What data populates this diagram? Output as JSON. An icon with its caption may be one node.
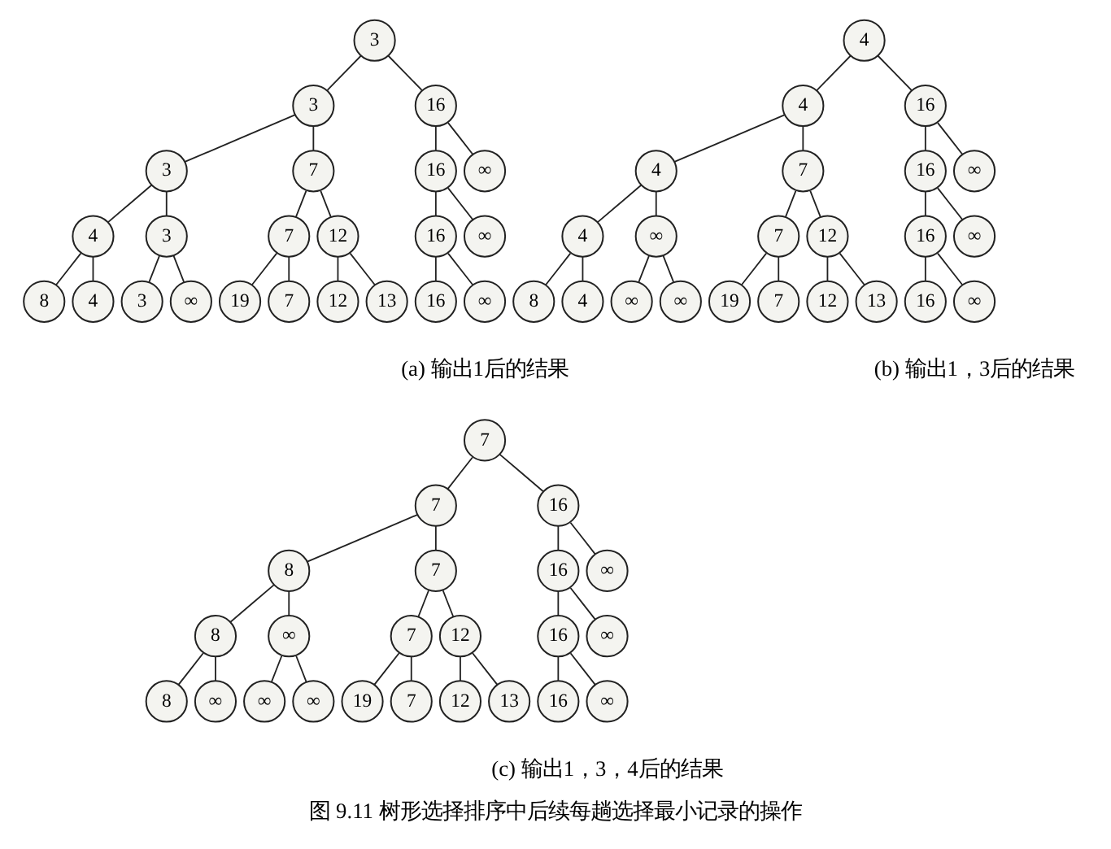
{
  "diagram": {
    "caption": "图 9.11 树形选择排序中后续每趟选择最小记录的操作",
    "nodes": [
      {
        "text": [
          "3"
        ]
      },
      {
        "text": [
          "3"
        ]
      },
      {
        "text": [
          "16"
        ]
      },
      {
        "text": [
          "3"
        ]
      },
      {
        "text": [
          "7"
        ]
      },
      {
        "text": [
          "16"
        ]
      },
      {
        "text": [
          "∞"
        ]
      },
      {
        "text": [
          "4"
        ]
      },
      {
        "text": [
          "3"
        ]
      },
      {
        "text": [
          "7"
        ]
      },
      {
        "text": [
          "12"
        ]
      },
      {
        "text": [
          "16"
        ]
      },
      {
        "text": [
          "∞"
        ]
      },
      {
        "text": [
          "8"
        ]
      },
      {
        "text": [
          "4"
        ]
      },
      {
        "text": [
          "3"
        ]
      },
      {
        "text": [
          "∞"
        ]
      },
      {
        "text": [
          "19"
        ]
      },
      {
        "text": [
          "7"
        ]
      },
      {
        "text": [
          "12"
        ]
      },
      {
        "text": [
          "13"
        ]
      },
      {
        "text": [
          "16"
        ]
      },
      {
        "text": [
          "∞"
        ]
      },
      {
        "text": [
          "4"
        ]
      },
      {
        "text": [
          "4"
        ]
      },
      {
        "text": [
          "16"
        ]
      },
      {
        "text": [
          "4"
        ]
      },
      {
        "text": [
          "7"
        ]
      },
      {
        "text": [
          "16"
        ]
      },
      {
        "text": [
          "∞"
        ]
      },
      {
        "text": [
          "4"
        ]
      },
      {
        "text": [
          "∞"
        ]
      },
      {
        "text": [
          "7"
        ]
      },
      {
        "text": [
          "12"
        ]
      },
      {
        "text": [
          "16"
        ]
      },
      {
        "text": [
          "∞"
        ]
      },
      {
        "text": [
          "8"
        ]
      },
      {
        "text": [
          "4"
        ]
      },
      {
        "text": [
          "∞"
        ]
      },
      {
        "text": [
          "∞"
        ]
      },
      {
        "text": [
          "19"
        ]
      },
      {
        "text": [
          "7"
        ]
      },
      {
        "text": [
          "12"
        ]
      },
      {
        "text": [
          "13"
        ]
      },
      {
        "text": [
          "16"
        ]
      },
      {
        "text": [
          "∞"
        ]
      },
      {
        "text": [
          "7"
        ]
      },
      {
        "text": [
          "7"
        ]
      },
      {
        "text": [
          "16"
        ]
      },
      {
        "text": [
          "8"
        ]
      },
      {
        "text": [
          "7"
        ]
      },
      {
        "text": [
          "16"
        ]
      },
      {
        "text": [
          "∞"
        ]
      },
      {
        "text": [
          "8"
        ]
      },
      {
        "text": [
          "∞"
        ]
      },
      {
        "text": [
          "7"
        ]
      },
      {
        "text": [
          "12"
        ]
      },
      {
        "text": [
          "16"
        ]
      },
      {
        "text": [
          "∞"
        ]
      },
      {
        "text": [
          "8"
        ]
      },
      {
        "text": [
          "∞"
        ]
      },
      {
        "text": [
          "∞"
        ]
      },
      {
        "text": [
          "∞"
        ]
      },
      {
        "text": [
          "19"
        ]
      },
      {
        "text": [
          "7"
        ]
      },
      {
        "text": [
          "12"
        ]
      },
      {
        "text": [
          "13"
        ]
      },
      {
        "text": [
          "16"
        ]
      },
      {
        "text": [
          "∞"
        ]
      }
    ],
    "edges": [
      {
        "from": 0,
        "to": 1,
        "arrow": "none"
      },
      {
        "from": 0,
        "to": 2,
        "arrow": "none"
      },
      {
        "from": 1,
        "to": 3,
        "arrow": "none"
      },
      {
        "from": 1,
        "to": 4,
        "arrow": "none"
      },
      {
        "from": 2,
        "to": 5,
        "arrow": "none"
      },
      {
        "from": 2,
        "to": 6,
        "arrow": "none"
      },
      {
        "from": 3,
        "to": 7,
        "arrow": "none"
      },
      {
        "from": 3,
        "to": 8,
        "arrow": "none"
      },
      {
        "from": 4,
        "to": 9,
        "arrow": "none"
      },
      {
        "from": 4,
        "to": 10,
        "arrow": "none"
      },
      {
        "from": 5,
        "to": 11,
        "arrow": "none"
      },
      {
        "from": 5,
        "to": 12,
        "arrow": "none"
      },
      {
        "from": 7,
        "to": 13,
        "arrow": "none"
      },
      {
        "from": 7,
        "to": 14,
        "arrow": "none"
      },
      {
        "from": 8,
        "to": 15,
        "arrow": "none"
      },
      {
        "from": 8,
        "to": 16,
        "arrow": "none"
      },
      {
        "from": 9,
        "to": 17,
        "arrow": "none"
      },
      {
        "from": 9,
        "to": 18,
        "arrow": "none"
      },
      {
        "from": 10,
        "to": 19,
        "arrow": "none"
      },
      {
        "from": 10,
        "to": 20,
        "arrow": "none"
      },
      {
        "from": 11,
        "to": 21,
        "arrow": "none"
      },
      {
        "from": 11,
        "to": 22,
        "arrow": "none"
      },
      {
        "from": 23,
        "to": 24,
        "arrow": "none"
      },
      {
        "from": 23,
        "to": 25,
        "arrow": "none"
      },
      {
        "from": 24,
        "to": 26,
        "arrow": "none"
      },
      {
        "from": 24,
        "to": 27,
        "arrow": "none"
      },
      {
        "from": 25,
        "to": 28,
        "arrow": "none"
      },
      {
        "from": 25,
        "to": 29,
        "arrow": "none"
      },
      {
        "from": 26,
        "to": 30,
        "arrow": "none"
      },
      {
        "from": 26,
        "to": 31,
        "arrow": "none"
      },
      {
        "from": 27,
        "to": 32,
        "arrow": "none"
      },
      {
        "from": 27,
        "to": 33,
        "arrow": "none"
      },
      {
        "from": 28,
        "to": 34,
        "arrow": "none"
      },
      {
        "from": 28,
        "to": 35,
        "arrow": "none"
      },
      {
        "from": 30,
        "to": 36,
        "arrow": "none"
      },
      {
        "from": 30,
        "to": 37,
        "arrow": "none"
      },
      {
        "from": 31,
        "to": 38,
        "arrow": "none"
      },
      {
        "from": 31,
        "to": 39,
        "arrow": "none"
      },
      {
        "from": 32,
        "to": 40,
        "arrow": "none"
      },
      {
        "from": 32,
        "to": 41,
        "arrow": "none"
      },
      {
        "from": 33,
        "to": 42,
        "arrow": "none"
      },
      {
        "from": 33,
        "to": 43,
        "arrow": "none"
      },
      {
        "from": 34,
        "to": 44,
        "arrow": "none"
      },
      {
        "from": 34,
        "to": 45,
        "arrow": "none"
      },
      {
        "from": 46,
        "to": 47,
        "arrow": "none"
      },
      {
        "from": 46,
        "to": 48,
        "arrow": "none"
      },
      {
        "from": 47,
        "to": 49,
        "arrow": "none"
      },
      {
        "from": 47,
        "to": 50,
        "arrow": "none"
      },
      {
        "from": 48,
        "to": 51,
        "arrow": "none"
      },
      {
        "from": 48,
        "to": 52,
        "arrow": "none"
      },
      {
        "from": 49,
        "to": 53,
        "arrow": "none"
      },
      {
        "from": 49,
        "to": 54,
        "arrow": "none"
      },
      {
        "from": 50,
        "to": 55,
        "arrow": "none"
      },
      {
        "from": 50,
        "to": 56,
        "arrow": "none"
      },
      {
        "from": 51,
        "to": 57,
        "arrow": "none"
      },
      {
        "from": 51,
        "to": 58,
        "arrow": "none"
      },
      {
        "from": 53,
        "to": 59,
        "arrow": "none"
      },
      {
        "from": 53,
        "to": 60,
        "arrow": "none"
      },
      {
        "from": 54,
        "to": 61,
        "arrow": "none"
      },
      {
        "from": 54,
        "to": 62,
        "arrow": "none"
      },
      {
        "from": 55,
        "to": 63,
        "arrow": "none"
      },
      {
        "from": 55,
        "to": 64,
        "arrow": "none"
      },
      {
        "from": 56,
        "to": 65,
        "arrow": "none"
      },
      {
        "from": 56,
        "to": 66,
        "arrow": "none"
      },
      {
        "from": 57,
        "to": 67,
        "arrow": "none"
      },
      {
        "from": 57,
        "to": 68,
        "arrow": "none"
      }
    ],
    "labels": [
      "(a) 输出1后的结果",
      "(b) 输出1，3后的结果",
      "(c) 输出1，3，4后的结果"
    ]
  }
}
